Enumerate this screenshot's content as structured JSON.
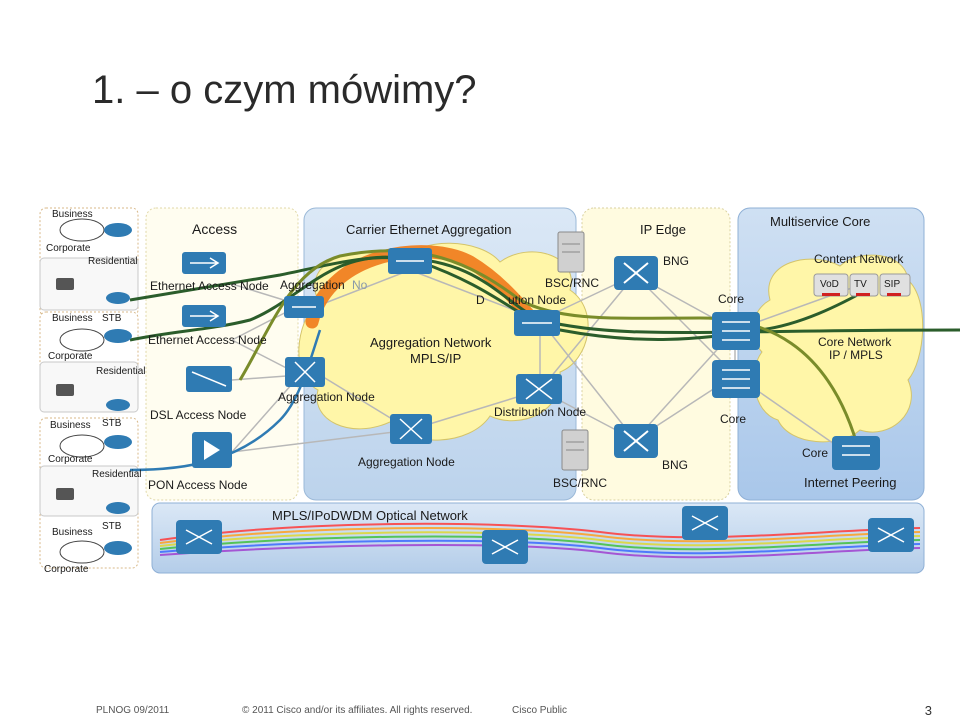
{
  "title": "1. – o czym mówimy?",
  "sections": {
    "access": "Access",
    "carrier": "Carrier Ethernet Aggregation",
    "ipedge": "IP Edge",
    "multiservice": "Multiservice Core"
  },
  "customers": [
    {
      "business": "Business",
      "corporate": "Corporate",
      "residential": "Residential",
      "stb": "STB"
    },
    {
      "business": "Business",
      "corporate": "Corporate",
      "residential": "Residential",
      "stb": "STB"
    },
    {
      "business": "Business",
      "corporate": "Corporate",
      "residential": "Residential",
      "stb": "STB"
    }
  ],
  "access_nodes": {
    "eth1": "Ethernet  Access Node",
    "eth2": "Ethernet  Access Node",
    "dsl": "DSL  Access Node",
    "pon": "PON Access Node"
  },
  "aggregation": {
    "agg_top": "Aggregation",
    "agg_top_suffix": "No",
    "agg_mid": "Aggregation Node",
    "agg_bottom": "Aggregation  Node",
    "network_line1": "Aggregation Network",
    "network_line2": "MPLS/IP",
    "dist_top_prefix": "D",
    "dist_top_suffix": "ution Node",
    "dist_bottom": "Distribution Node"
  },
  "edge": {
    "bsc_top": "BSC/RNC",
    "bsc_bottom": "BSC/RNC",
    "bng_top": "BNG",
    "bng_bottom": "BNG"
  },
  "core": {
    "core_top": "Core",
    "core_bottom": "Core",
    "content_network": "Content Network",
    "services": [
      "VoD",
      "TV",
      "SIP"
    ],
    "core_network_line1": "Core Network",
    "core_network_line2": "IP / MPLS",
    "core_peering": "Core",
    "internet_peering": "Internet Peering"
  },
  "optical": {
    "label": "MPLS/IPoDWDM Optical Network"
  },
  "footer": {
    "left": "PLNOG 09/2011",
    "copyright": "© 2011 Cisco and/or its affiliates. All rights reserved.",
    "classification": "Cisco Public",
    "page": "3"
  },
  "colors": {
    "router_blue": "#2f7bb3",
    "cloud_yellow": "#fff8b0",
    "agg_band": "#c9ddf2",
    "edge_band": "#fffde6",
    "core_band": "#b9d3ee",
    "path_green": "#2b5d2b",
    "path_olive": "#7a8c2a",
    "path_orange": "#f07a1a"
  }
}
